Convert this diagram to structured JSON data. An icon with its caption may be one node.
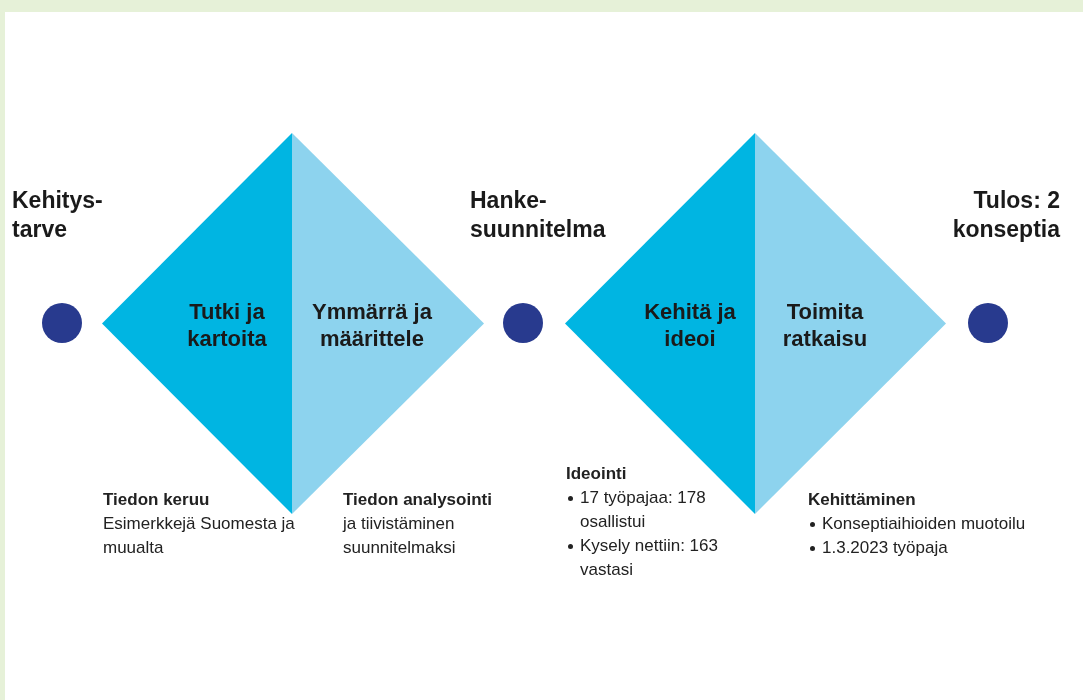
{
  "diagram": {
    "nodes": [
      {
        "text": [
          "Kehitys- tarve"
        ]
      },
      {
        "text": [
          "Tutki ja kartoita"
        ],
        "beside": [
          "Tiedon keruu",
          "Esimerkkejä Suomesta ja muualta"
        ]
      },
      {
        "text": [
          "Ymmärrä ja määrittele"
        ],
        "beside": [
          "Tiedon analysointi",
          "ja tiivistäminen suunnitelmaksi"
        ]
      },
      {
        "text": [
          "Hanke- suunnitelma"
        ]
      },
      {
        "text": [
          "Kehitä ja ideoi"
        ],
        "beside": [
          "Ideointi",
          "17 työpajaa: 178 osallistui",
          "Kysely nettiin: 163 vastasi"
        ]
      },
      {
        "text": [
          "Toimita ratkaisu"
        ],
        "beside": [
          "Kehittäminen",
          "Konseptiaihioiden muotoilu",
          "1.3.2023 työpaja"
        ]
      },
      {
        "text": [
          "Tulos: 2 konseptia"
        ]
      }
    ]
  }
}
